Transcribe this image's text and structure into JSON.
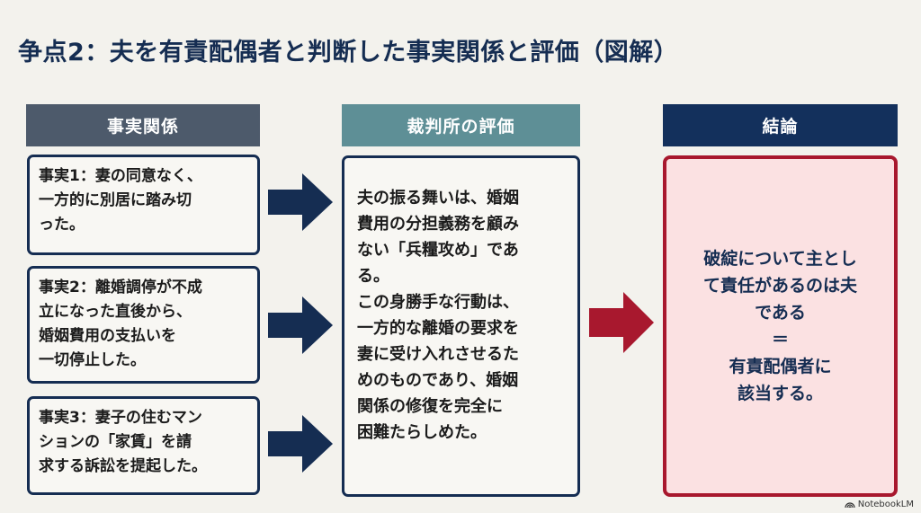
{
  "title": "争点2：夫を有責配偶者と判断した事実関係と評価（図解）",
  "columns": {
    "facts_header": "事実関係",
    "evaluation_header": "裁判所の評価",
    "conclusion_header": "結論"
  },
  "facts": [
    {
      "text": "事実1：妻の同意なく、\n一方的に別居に踏み切\nった。"
    },
    {
      "text": "事実2：離婚調停が不成\n立になった直後から、\n婚姻費用の支払いを\n一切停止した。"
    },
    {
      "text": "事実3：妻子の住むマン\nションの「家賃」を請\n求する訴訟を提起した。"
    }
  ],
  "evaluation": {
    "paragraphs": [
      "夫の振る舞いは、婚姻\n費用の分担義務を顧み\nない「兵糧攻め」であ\nる。",
      "この身勝手な行動は、\n一方的な離婚の要求を\n妻に受け入れさせるた\nめのものであり、婚姻\n関係の修復を完全に\n困難たらしめた。"
    ]
  },
  "conclusion": {
    "lines": [
      "破綻について主とし",
      "て責任があるのは夫",
      "である",
      "＝",
      "有責配偶者に",
      "該当する。"
    ]
  },
  "arrows": {
    "fact_arrow_color": "#152d52",
    "conclusion_arrow_color": "#a8182e"
  },
  "watermark": {
    "icon": "notebooklm-logo-icon",
    "text": "NotebookLM"
  }
}
